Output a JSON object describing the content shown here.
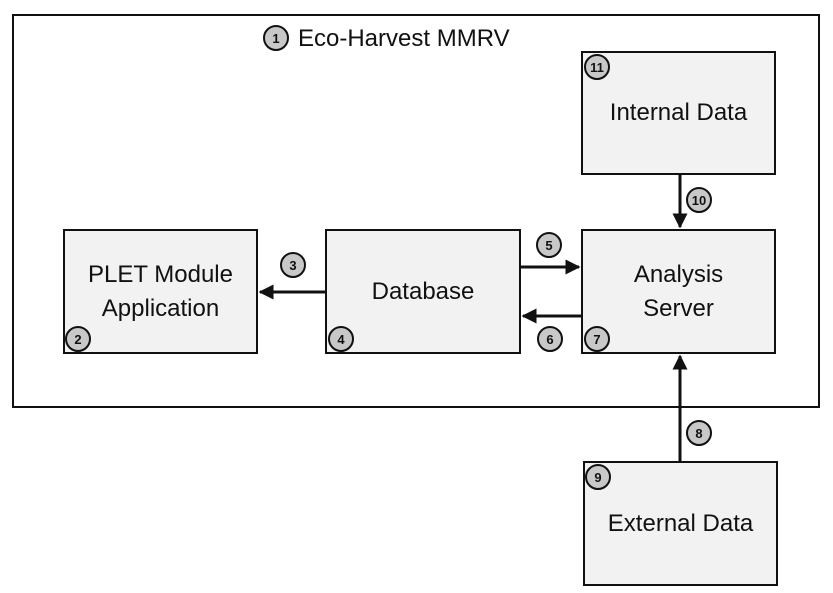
{
  "diagram": {
    "title": "Eco-Harvest MMRV",
    "nodes": {
      "plet": "PLET Module Application",
      "database": "Database",
      "analysis": "Analysis Server",
      "internal": "Internal Data",
      "external": "External Data"
    },
    "badges": {
      "b1": "1",
      "b2": "2",
      "b3": "3",
      "b4": "4",
      "b5": "5",
      "b6": "6",
      "b7": "7",
      "b8": "8",
      "b9": "9",
      "b10": "10",
      "b11": "11"
    }
  },
  "colors": {
    "box_fill": "#f2f2f2",
    "badge_fill": "#c8c8c8",
    "stroke": "#111111"
  }
}
